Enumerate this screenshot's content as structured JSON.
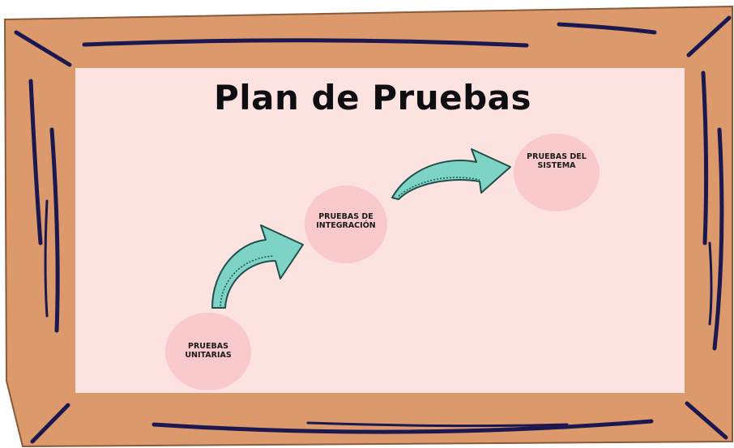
{
  "title": "Plan de Pruebas",
  "colors": {
    "frame": "#dc9a6c",
    "frame_stroke": "#8a5a38",
    "board": "#fde3e0",
    "node_fill": "#f9c9cb",
    "arrow_fill": "#7dd3c6",
    "arrow_stroke": "#1f4f4a",
    "ink": "#1b1750"
  },
  "nodes": [
    {
      "id": "unitarias",
      "label": "PRUEBAS\nUNITARIAS"
    },
    {
      "id": "integracion",
      "label": "PRUEBAS DE\nINTEGRACIÓN"
    },
    {
      "id": "sistema",
      "label": "PRUEBAS DEL\nSISTEMA"
    }
  ],
  "arrows": [
    {
      "from": "unitarias",
      "to": "integracion",
      "icon": "curved-arrow-icon"
    },
    {
      "from": "integracion",
      "to": "sistema",
      "icon": "curved-arrow-icon"
    }
  ]
}
